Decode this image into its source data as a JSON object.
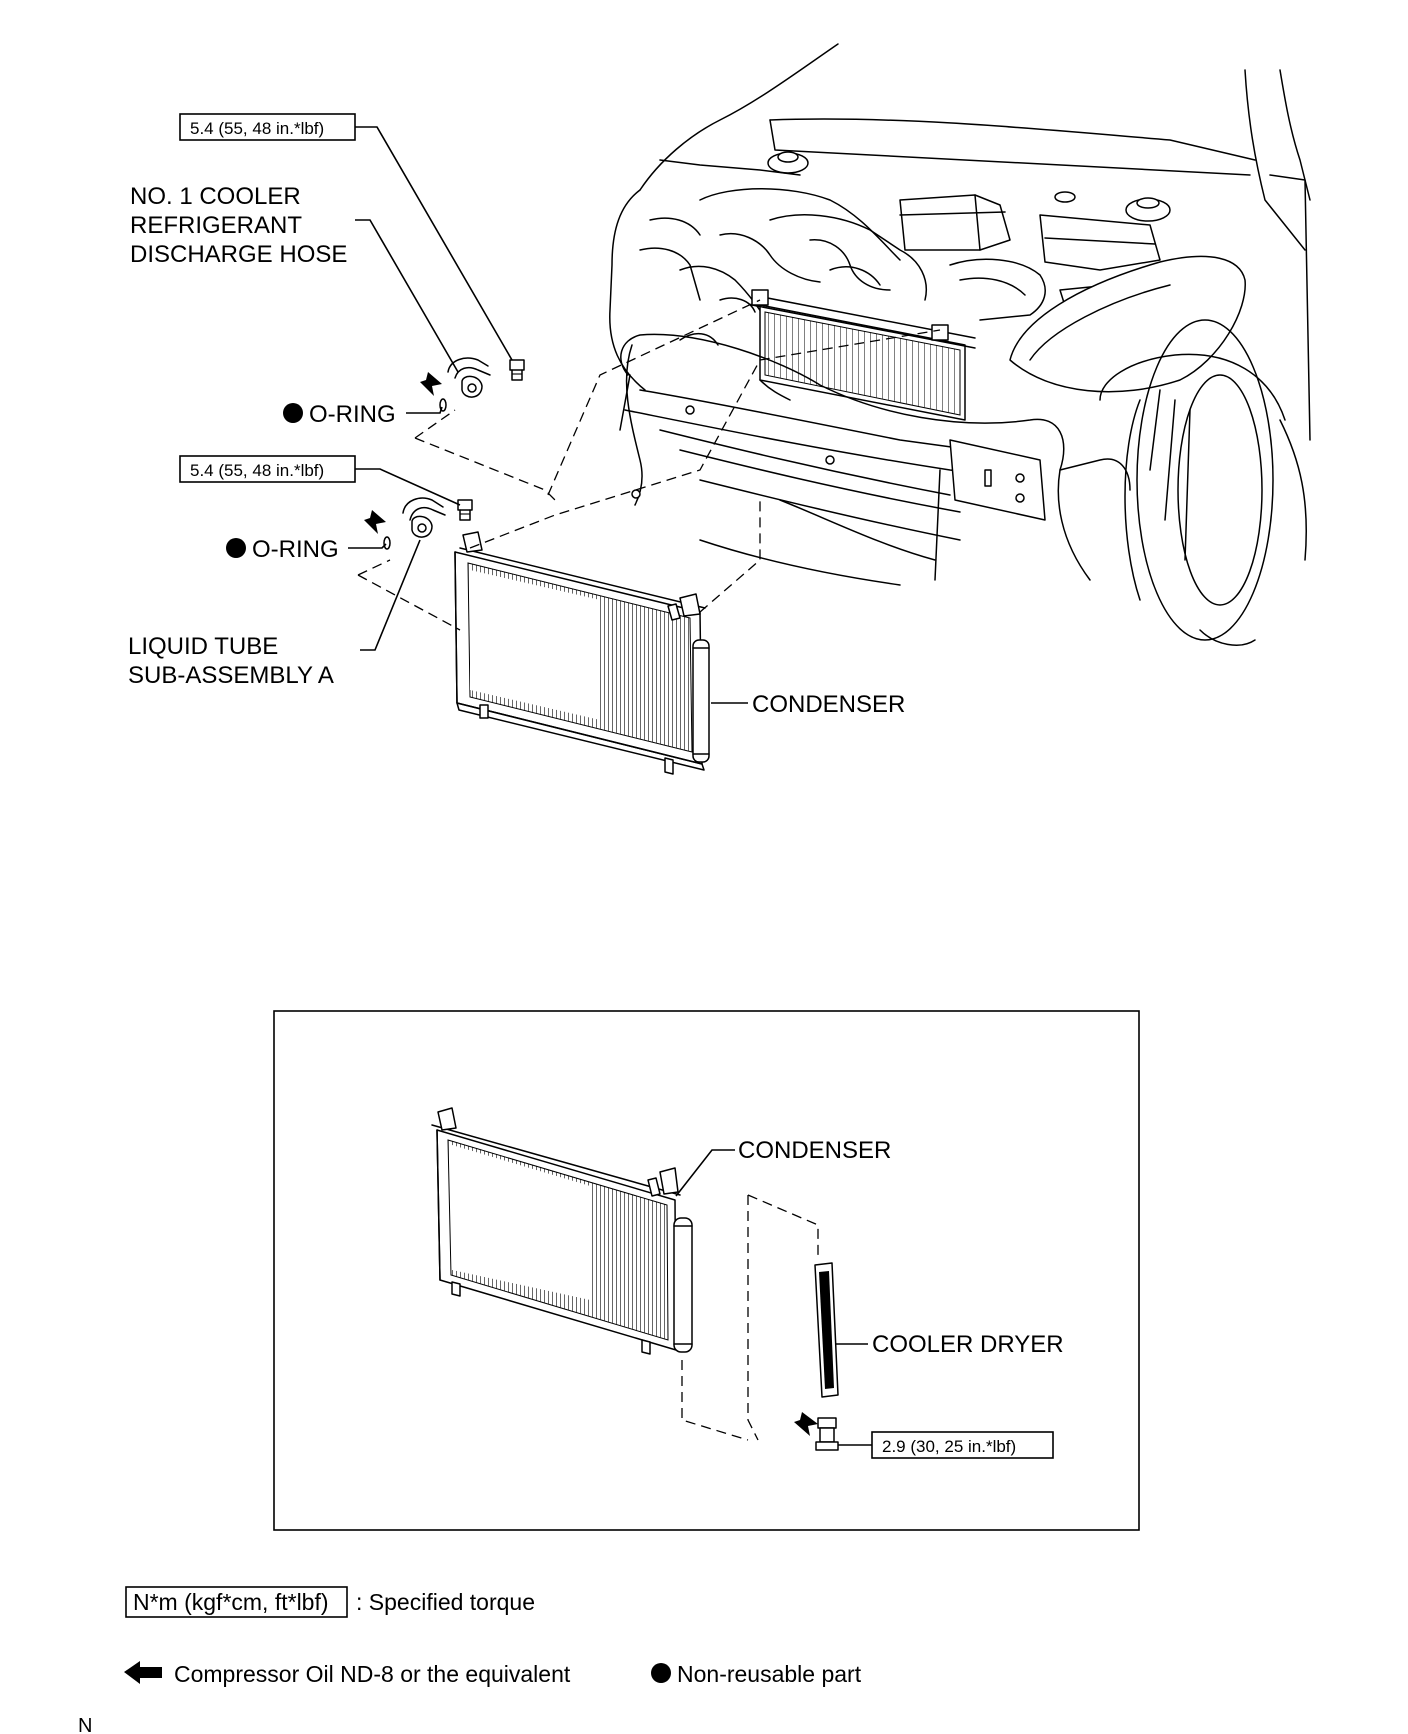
{
  "labels": {
    "discharge_hose": [
      "NO. 1 COOLER",
      "REFRIGERANT",
      "DISCHARGE HOSE"
    ],
    "o_ring": "O-RING",
    "liquid_tube": [
      "LIQUID TUBE",
      "SUB-ASSEMBLY A"
    ],
    "condenser": "CONDENSER",
    "cooler_dryer": "COOLER DRYER"
  },
  "torques": {
    "discharge_bolt": "5.4 (55, 48 in.*lbf)",
    "liquid_bolt": "5.4 (55, 48 in.*lbf)",
    "dryer_plug": "2.9 (30, 25 in.*lbf)"
  },
  "legend": {
    "torque_box": "N*m (kgf*cm, ft*lbf)",
    "torque_text": ": Specified torque",
    "oil_text": "Compressor Oil ND-8 or the equivalent",
    "nonreusable_text": "Non-reusable part"
  },
  "footer": "N",
  "icons": {
    "bullet": "filled-circle-icon",
    "oil": "left-arrow-icon"
  }
}
